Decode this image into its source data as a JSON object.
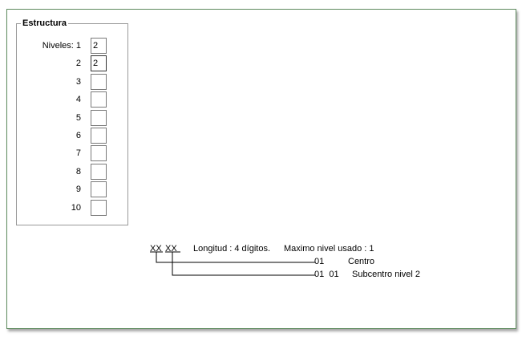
{
  "estructura": {
    "title": "Estructura",
    "niveles_prefix": "Niveles:",
    "levels": [
      {
        "number": "1",
        "value": "2"
      },
      {
        "number": "2",
        "value": "2"
      },
      {
        "number": "3",
        "value": ""
      },
      {
        "number": "4",
        "value": ""
      },
      {
        "number": "5",
        "value": ""
      },
      {
        "number": "6",
        "value": ""
      },
      {
        "number": "7",
        "value": ""
      },
      {
        "number": "8",
        "value": ""
      },
      {
        "number": "9",
        "value": ""
      },
      {
        "number": "10",
        "value": ""
      }
    ]
  },
  "summary": {
    "mask_segment_1": "XX",
    "mask_segment_2": "XX",
    "length_text": "Longitud : 4 dígitos.",
    "max_level_text": "Maximo nivel usado : 1"
  },
  "tree": [
    {
      "code": "01",
      "name": "Centro"
    },
    {
      "code": "01  01",
      "name": "Subcentro nivel 2"
    }
  ],
  "colors": {
    "panel_border": "#5e8b5e",
    "group_border": "#9a9a9a"
  }
}
